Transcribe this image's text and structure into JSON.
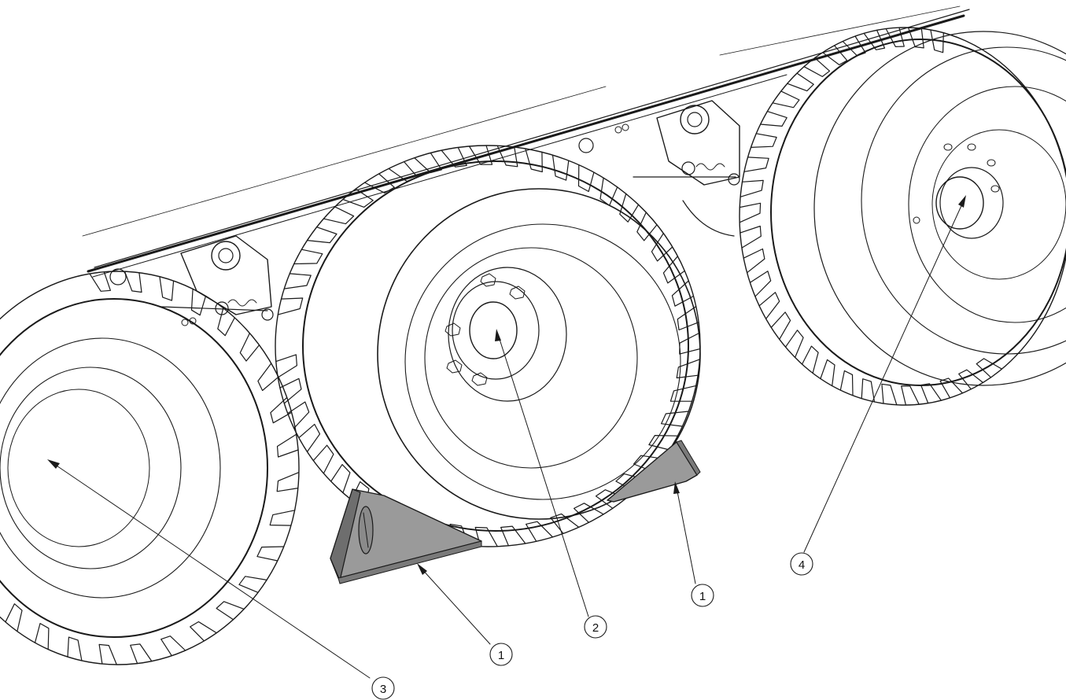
{
  "callouts": [
    {
      "id": "c1a",
      "label": "1"
    },
    {
      "id": "c1b",
      "label": "1"
    },
    {
      "id": "c2",
      "label": "2"
    },
    {
      "id": "c3",
      "label": "3"
    },
    {
      "id": "c4",
      "label": "4"
    }
  ],
  "colors": {
    "ink": "#1a1a1a",
    "chock_fill": "#9a9a9a",
    "chock_dark": "#6e6e6e",
    "background": "#ffffff"
  }
}
